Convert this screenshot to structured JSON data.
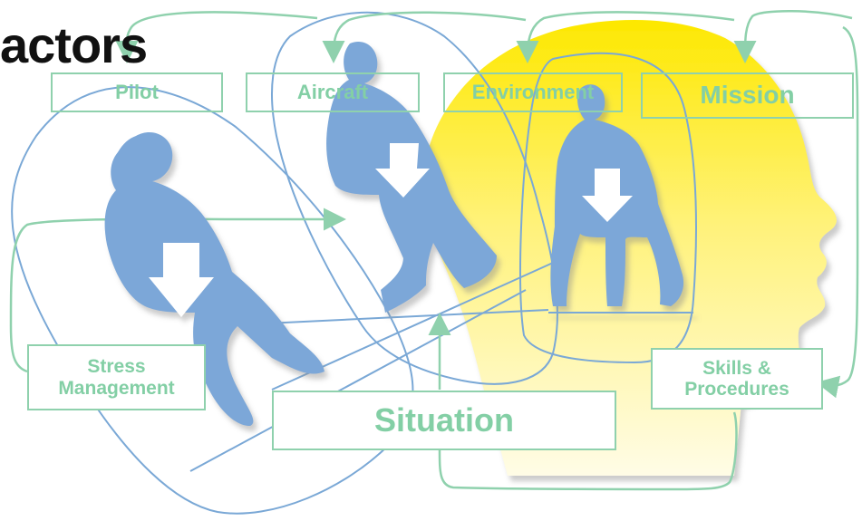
{
  "title": "actors",
  "boxes": {
    "pilot": "Pilot",
    "aircraft": "Aircraft",
    "environment": "Environment",
    "mission": "Mission",
    "stress": "Stress\nManagement",
    "situation": "Situation",
    "skills": "Skills &\nProcedures"
  },
  "colors": {
    "head_fill_top": "#fde800",
    "head_fill_bottom": "#fffbe0",
    "figure_fill": "#7ba7d8",
    "loop_stroke": "#7aa8d6",
    "arrow_stroke": "#8fd1ad",
    "label_text": "#83cfa5",
    "title_text": "#111111"
  }
}
